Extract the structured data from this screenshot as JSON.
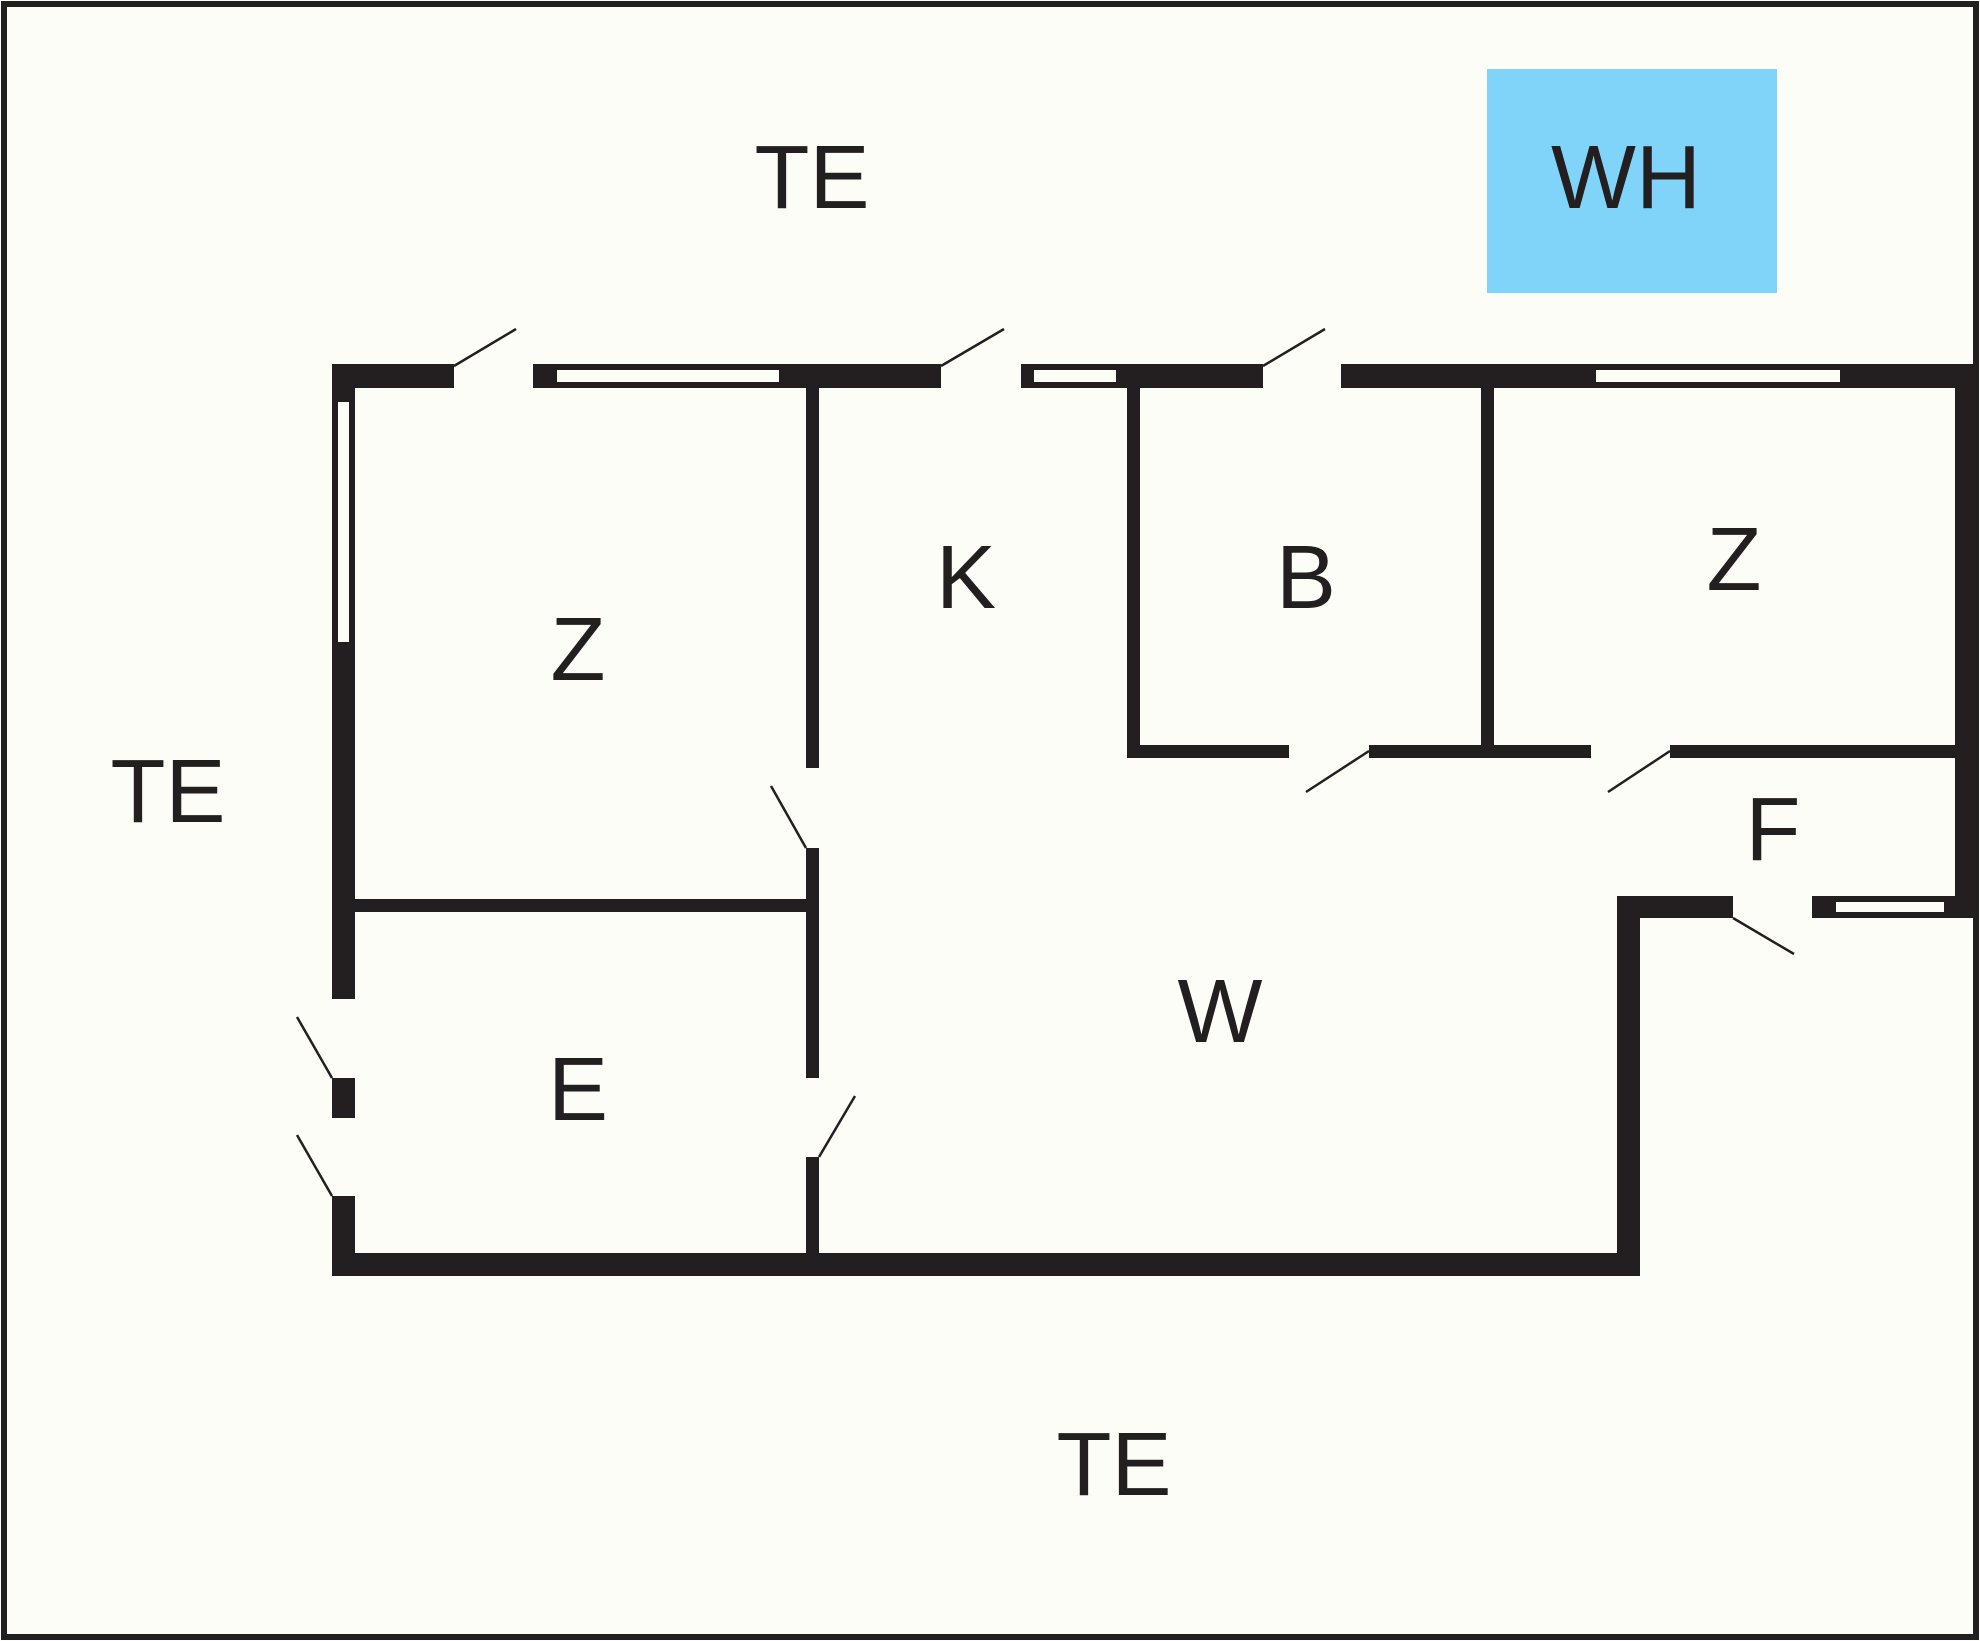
{
  "colors": {
    "wall": "#231f20",
    "background": "#fdfdf8",
    "frame": "#231f20",
    "highlight": "#81d4f9"
  },
  "labels": {
    "terrace_top": "TE",
    "terrace_left": "TE",
    "terrace_bottom": "TE",
    "whirlpool": "WH",
    "room_left_bedroom": "Z",
    "room_kitchen": "K",
    "room_bath": "B",
    "room_right_bedroom": "Z",
    "room_hall": "F",
    "room_living": "W",
    "room_entry": "E"
  }
}
